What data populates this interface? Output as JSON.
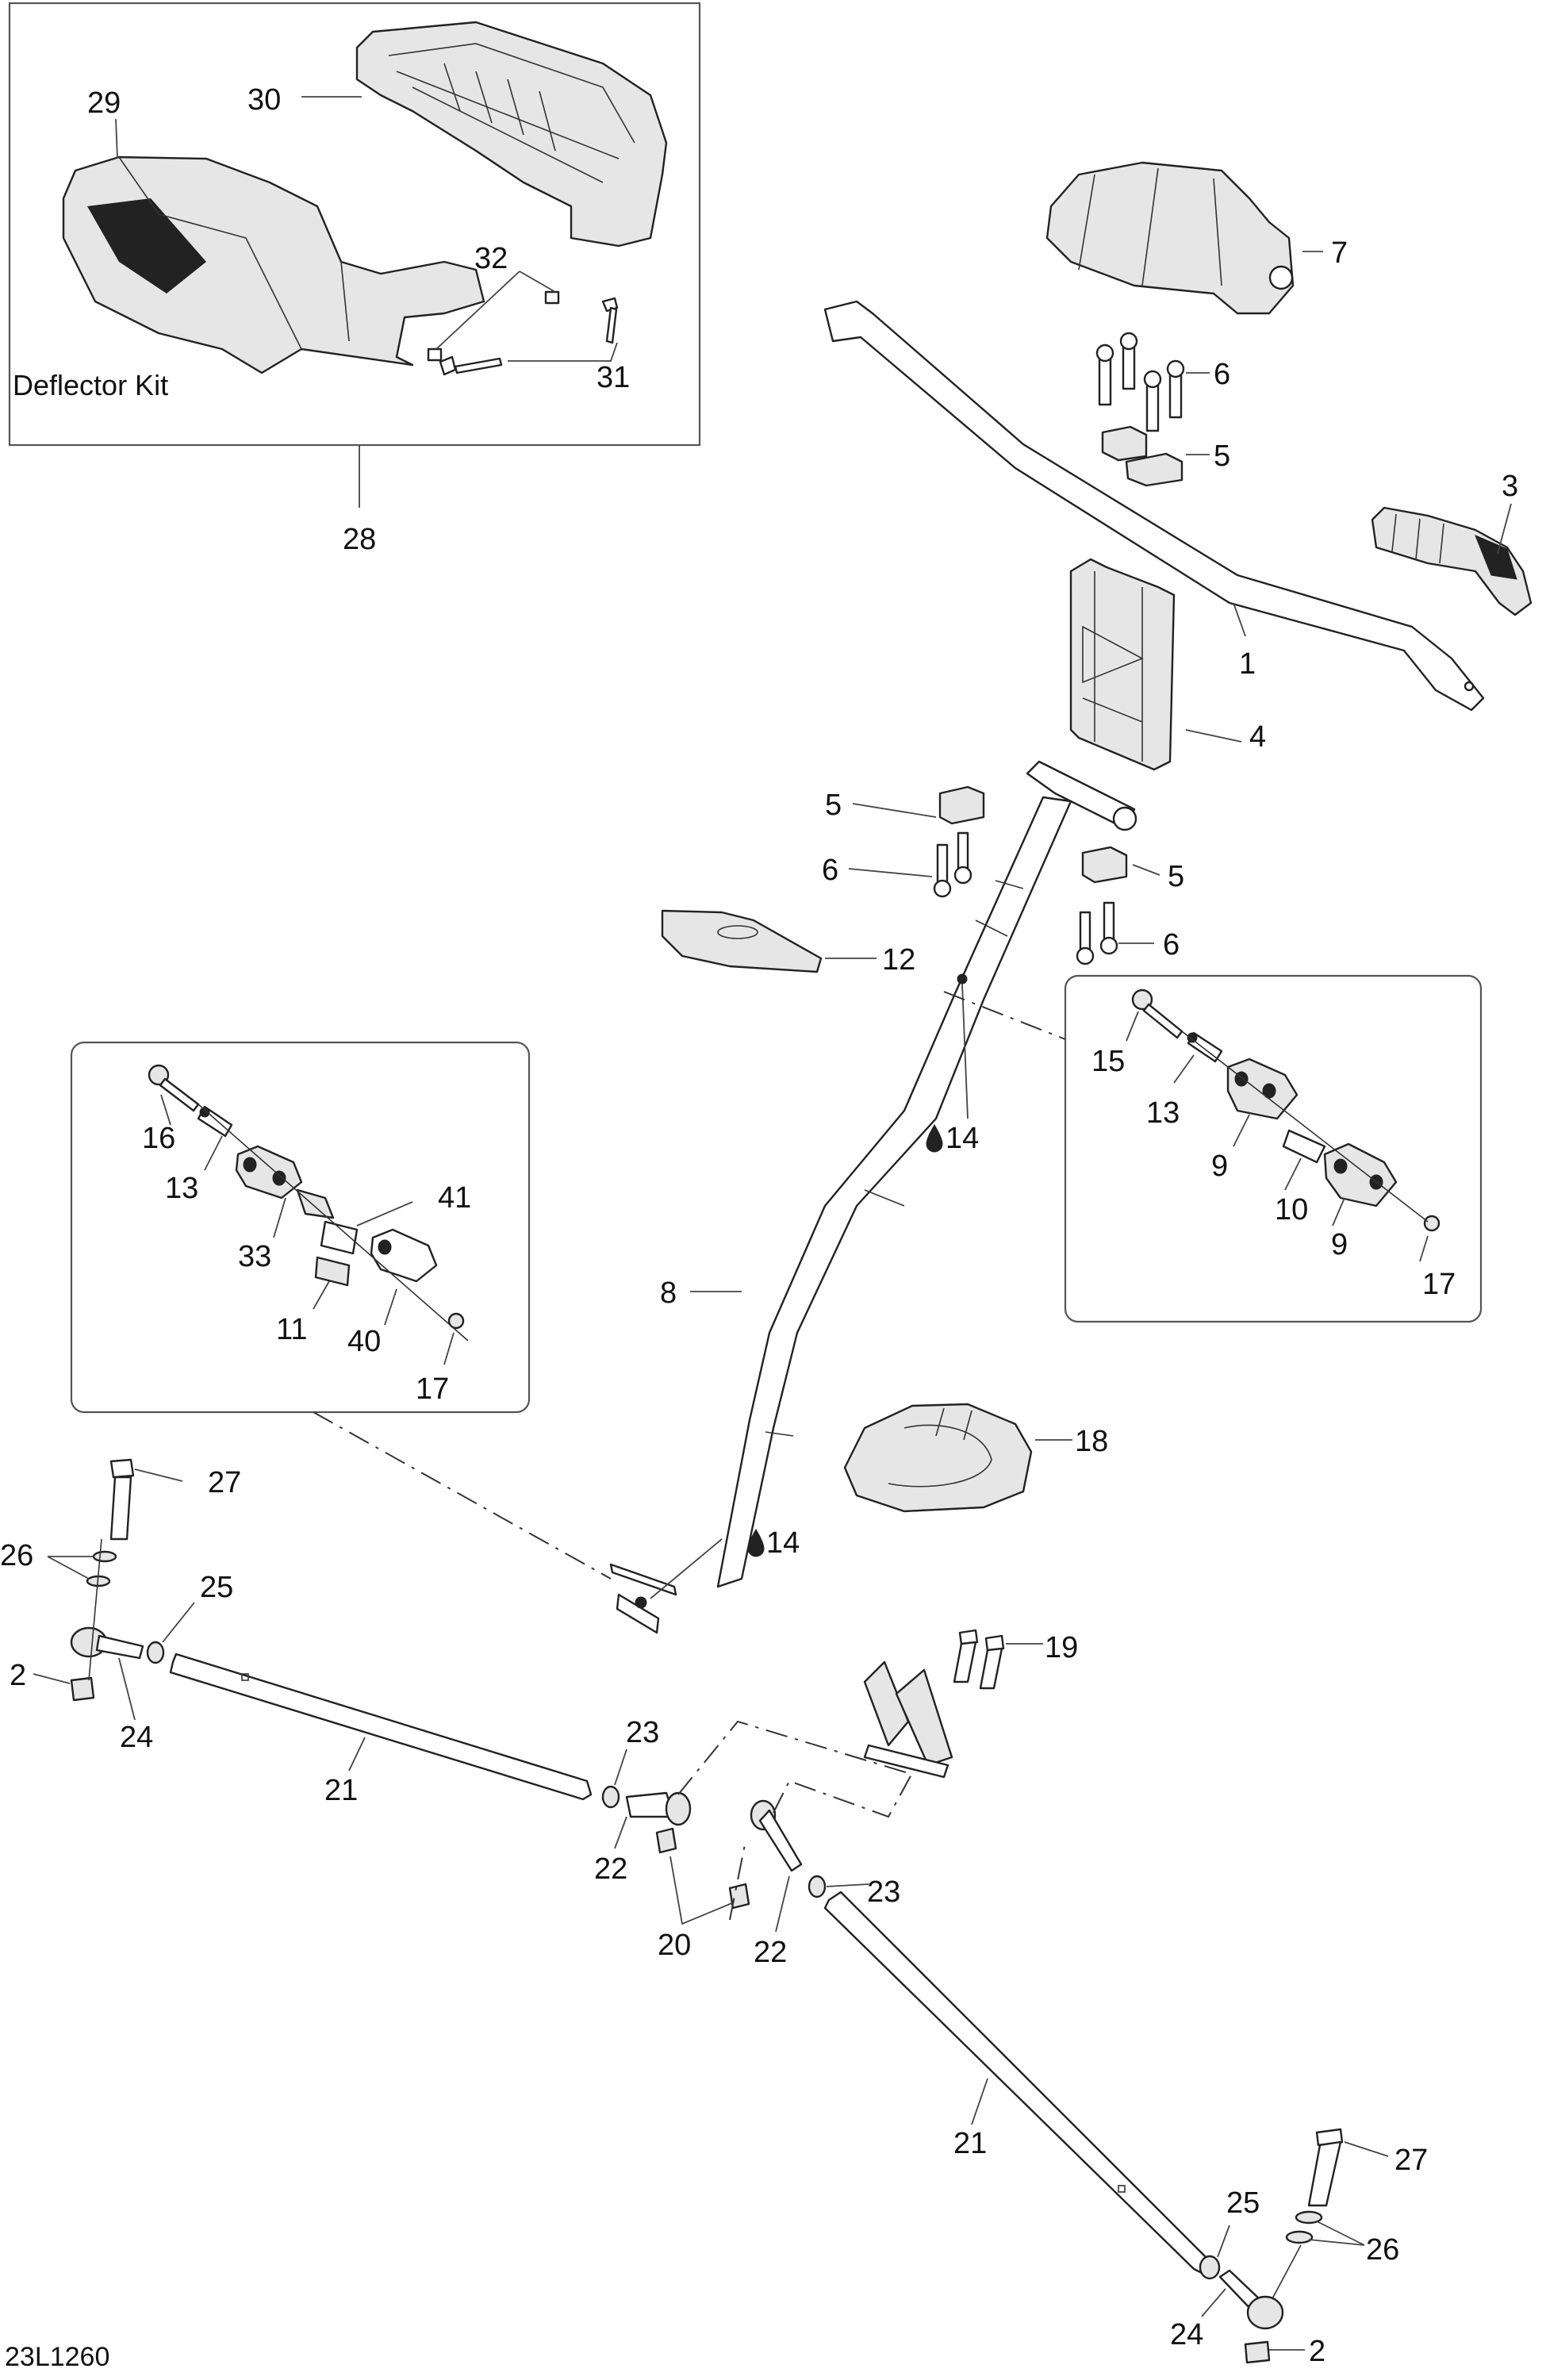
{
  "diagram": {
    "code": "23L1260",
    "kit_title": "Deflector Kit",
    "lubricant_icon": "oil-drop-icon",
    "callouts": {
      "c1": "1",
      "c2a": "2",
      "c2b": "2",
      "c3": "3",
      "c4": "4",
      "c5a": "5",
      "c5b": "5",
      "c5c": "5",
      "c6a": "6",
      "c6b": "6",
      "c6c": "6",
      "c7": "7",
      "c8": "8",
      "c9a": "9",
      "c9b": "9",
      "c10": "10",
      "c11": "11",
      "c12": "12",
      "c13a": "13",
      "c13b": "13",
      "c14a": "14",
      "c14b": "14",
      "c15": "15",
      "c16": "16",
      "c17a": "17",
      "c17b": "17",
      "c18": "18",
      "c19": "19",
      "c20": "20",
      "c21a": "21",
      "c21b": "21",
      "c22a": "22",
      "c22b": "22",
      "c23a": "23",
      "c23b": "23",
      "c24a": "24",
      "c24b": "24",
      "c25a": "25",
      "c25b": "25",
      "c26a": "26",
      "c26b": "26",
      "c27a": "27",
      "c27b": "27",
      "c28": "28",
      "c29": "29",
      "c30": "30",
      "c31": "31",
      "c32": "32",
      "c33": "33",
      "c40": "40",
      "c41": "41"
    }
  }
}
